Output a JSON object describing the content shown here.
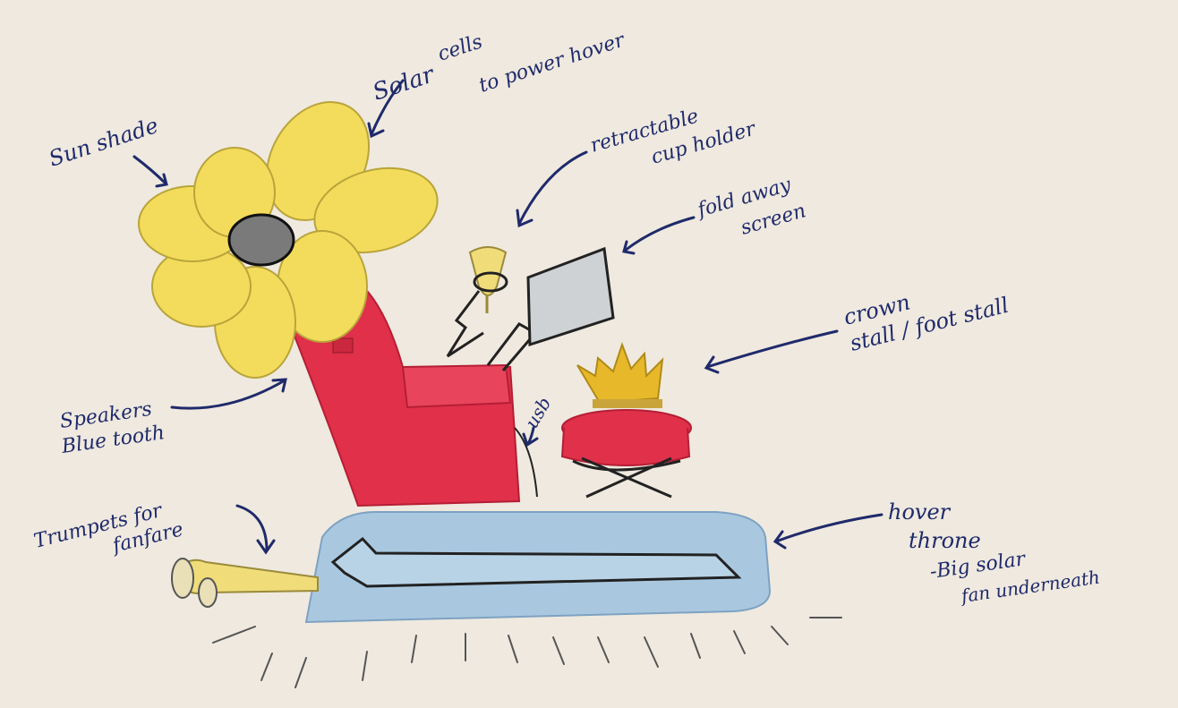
{
  "annotations": {
    "sun_shade": "Sun shade",
    "solar_line1": "Solar",
    "solar_line2": "cells",
    "solar_line3": "to power hover",
    "cup_line1": "retractable",
    "cup_line2": "cup holder",
    "screen_line1": "fold away",
    "screen_line2": "screen",
    "crown_line1": "crown",
    "crown_line2": "stall / foot stall",
    "speakers_line1": "Speakers",
    "speakers_line2": "Blue tooth",
    "usb": "usb",
    "trumpets_line1": "Trumpets for",
    "trumpets_line2": "fanfare",
    "hover_line1": "hover",
    "hover_line2": "throne",
    "hover_line3": "-Big solar",
    "hover_line4": "fan underneath"
  },
  "colors": {
    "paper": "#efe9df",
    "ink": "#1f2a6b",
    "throne_red": "#e0304a",
    "petal_yellow": "#f3dc5c",
    "base_blue": "#a9c8e0",
    "crown_gold": "#e7b92a"
  }
}
